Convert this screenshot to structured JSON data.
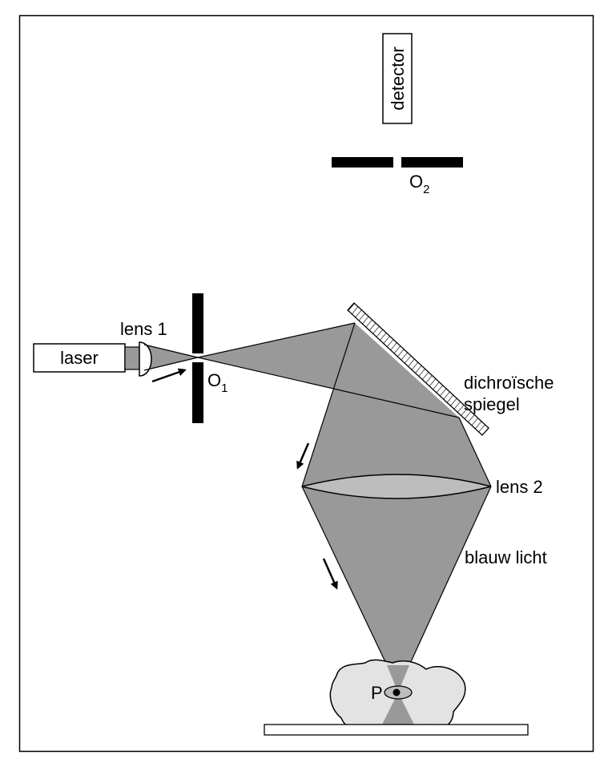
{
  "labels": {
    "detector": "detector",
    "o2": "O",
    "o2_sub": "2",
    "lens1": "lens 1",
    "laser": "laser",
    "o1": "O",
    "o1_sub": "1",
    "mirror_line1": "dichroïsche",
    "mirror_line2": "spiegel",
    "lens2": "lens 2",
    "blue_light": "blauw licht",
    "point": "P"
  },
  "colors": {
    "beam": "#999999",
    "tissue": "#e3e3e3",
    "outline": "#000000",
    "background": "#ffffff"
  }
}
